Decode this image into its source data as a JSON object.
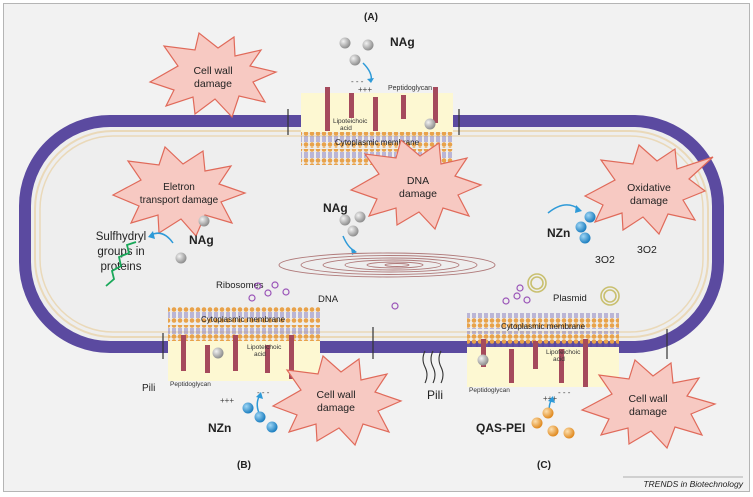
{
  "panels": {
    "a": "(A)",
    "b": "(B)",
    "c": "(C)"
  },
  "agents": {
    "nag_top": "NAg",
    "nag_center": "NAg",
    "nag_left": "NAg",
    "nzn_right": "NZn",
    "nzn_bottom": "NZn",
    "qas_pei": "QAS-PEI"
  },
  "damage_labels": {
    "cell_wall_top": [
      "Cell wall",
      "damage"
    ],
    "electron_transport": [
      "Eletron",
      "transport damage"
    ],
    "dna": [
      "DNA",
      "damage"
    ],
    "oxidative": [
      "Oxidative",
      "damage"
    ],
    "cell_wall_bottom_b": [
      "Cell wall",
      "damage"
    ],
    "cell_wall_bottom_c": [
      "Cell wall",
      "damage"
    ]
  },
  "structure_labels": {
    "peptidoglycan_a": "Peptidoglycan",
    "lipoteichoic_a": [
      "Lipoteichoic",
      "acid"
    ],
    "cytoplasmic_membrane_a": "Cytoplasmic membrane",
    "cytoplasmic_membrane_b": "Cytoplasmic membrane",
    "lipoteichoic_b": [
      "Lipoteichoic",
      "acid"
    ],
    "peptidoglycan_b": "Peptidoglycan",
    "cytoplasmic_membrane_c": "Cytoplasmic membrane",
    "lipoteichoic_c": [
      "Lipoteichoic",
      "acid"
    ],
    "peptidoglycan_c": "Peptidoglycan",
    "sulfhydryl": [
      "Sulfhydryl",
      "groups in",
      "proteins"
    ],
    "ribosomes": "Ribosomes",
    "dna": "DNA",
    "plasmid": "Plasmid",
    "pili_left": "Pili",
    "pili_center": "Pili",
    "oxygen_1": "3O2",
    "oxygen_2": "3O2"
  },
  "charges": {
    "plus": "+++",
    "minus": "- - -"
  },
  "footer": "TRENDS in Biotechnology",
  "colors": {
    "cell_wall": "#5b4aa0",
    "burst_fill": "#f7c9c2",
    "burst_stroke": "#e06a5a",
    "panel_fill": "#fdf8d2",
    "membrane_head": "#e8a24a",
    "membrane_tail": "#6b5fb0",
    "lipo_rod": "#a54a5c",
    "nzn_blue": "#2e9ad8",
    "qas_orange": "#f0a040",
    "nag_grey": "#b8b8b8",
    "ribosome_purple": "#9a55b8"
  }
}
